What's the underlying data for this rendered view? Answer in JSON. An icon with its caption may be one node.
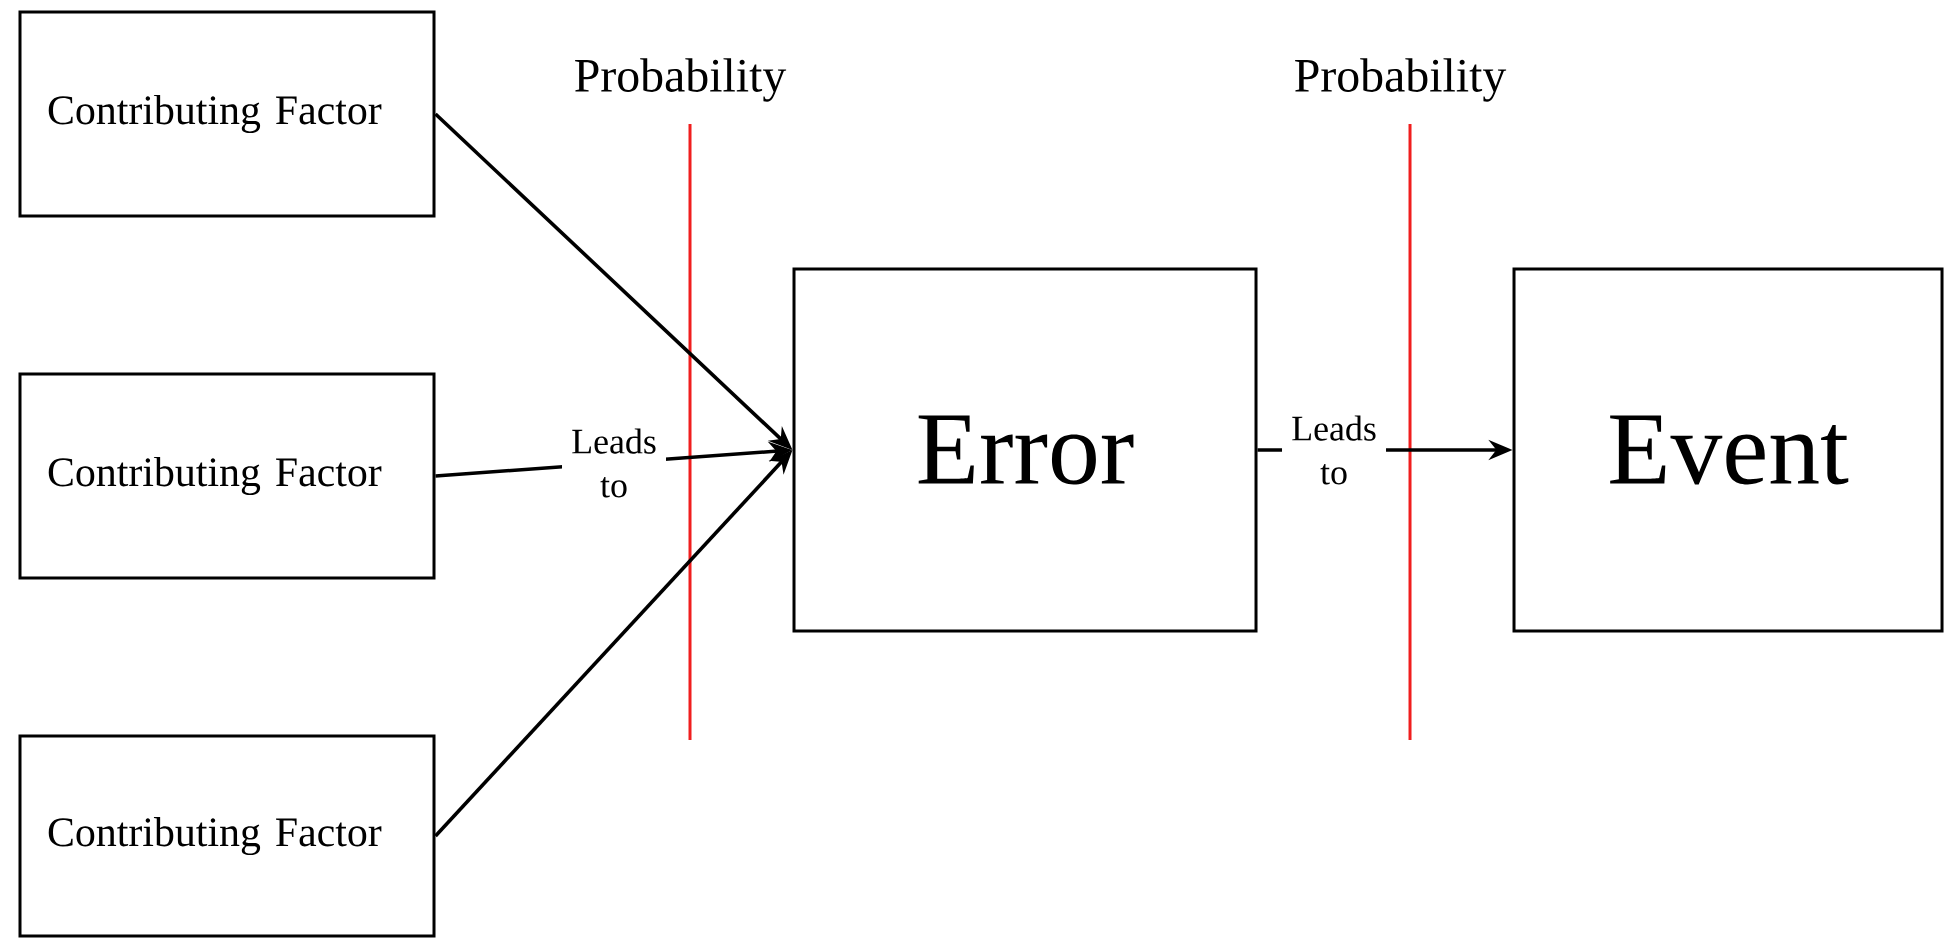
{
  "diagram": {
    "nodes": [
      {
        "text": [
          "Contributing Factor"
        ]
      },
      {
        "text": [
          "Contributing Factor"
        ]
      },
      {
        "text": [
          "Contributing Factor"
        ]
      },
      {
        "text": [
          "Error"
        ]
      },
      {
        "text": [
          "Event"
        ]
      }
    ],
    "edges": [
      {
        "from": 0,
        "to": 3,
        "arrow": "to"
      },
      {
        "from": 1,
        "to": 3,
        "arrow": "to",
        "label": "Leads to"
      },
      {
        "from": 2,
        "to": 3,
        "arrow": "to"
      },
      {
        "from": 3,
        "to": 4,
        "arrow": "to",
        "label": "Leads to"
      }
    ],
    "labels": [
      "Probability",
      "Probability"
    ]
  }
}
